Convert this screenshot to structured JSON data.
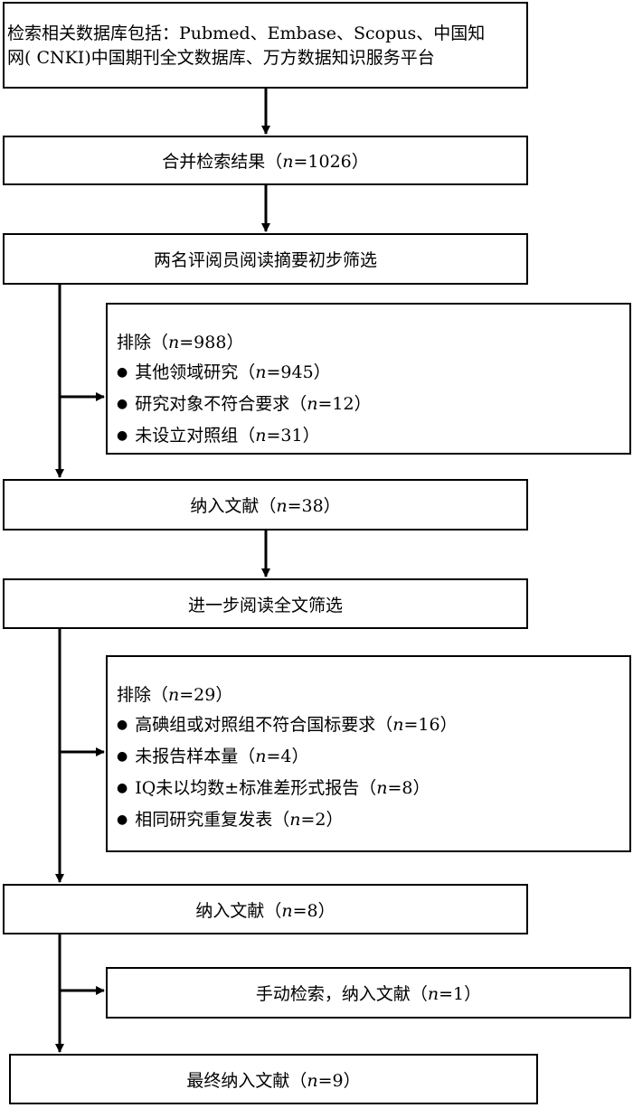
{
  "source": {
    "line1": "检索相关数据库包括：Pubmed、Embase、Scopus、中国知",
    "line2": "网( CNKI)中国期刊全文数据库、万方数据知识服务平台"
  },
  "merge": {
    "prefix": "合并检索结果（",
    "n_label": "n",
    "value": "=1026）"
  },
  "screen1": {
    "label": "两名评阅员阅读摘要初步筛选"
  },
  "exclude1": {
    "title": {
      "prefix": "排除（",
      "n_label": "n",
      "value": "=988）"
    },
    "items": [
      {
        "prefix": "其他领域研究（",
        "n_label": "n",
        "value": "=945）"
      },
      {
        "prefix": "研究对象不符合要求（",
        "n_label": "n",
        "value": "=12）"
      },
      {
        "prefix": "未设立对照组（",
        "n_label": "n",
        "value": "=31）"
      }
    ]
  },
  "include1": {
    "prefix": "纳入文献（",
    "n_label": "n",
    "value": "=38）"
  },
  "screen2": {
    "label": "进一步阅读全文筛选"
  },
  "exclude2": {
    "title": {
      "prefix": "排除（",
      "n_label": "n",
      "value": "=29）"
    },
    "items": [
      {
        "prefix": "高碘组或对照组不符合国标要求（",
        "n_label": "n",
        "value": "=16）"
      },
      {
        "prefix": "未报告样本量（",
        "n_label": "n",
        "value": "=4）"
      },
      {
        "prefix": "IQ未以均数±标准差形式报告（",
        "n_label": "n",
        "value": "=8）"
      },
      {
        "prefix": "相同研究重复发表（",
        "n_label": "n",
        "value": "=2）"
      }
    ]
  },
  "include2": {
    "prefix": "纳入文献（",
    "n_label": "n",
    "value": "=8）"
  },
  "manual": {
    "prefix": "手动检索，纳入文献（",
    "n_label": "n",
    "value": "=1）"
  },
  "final": {
    "prefix": "最终纳入文献（",
    "n_label": "n",
    "value": "=9）"
  }
}
